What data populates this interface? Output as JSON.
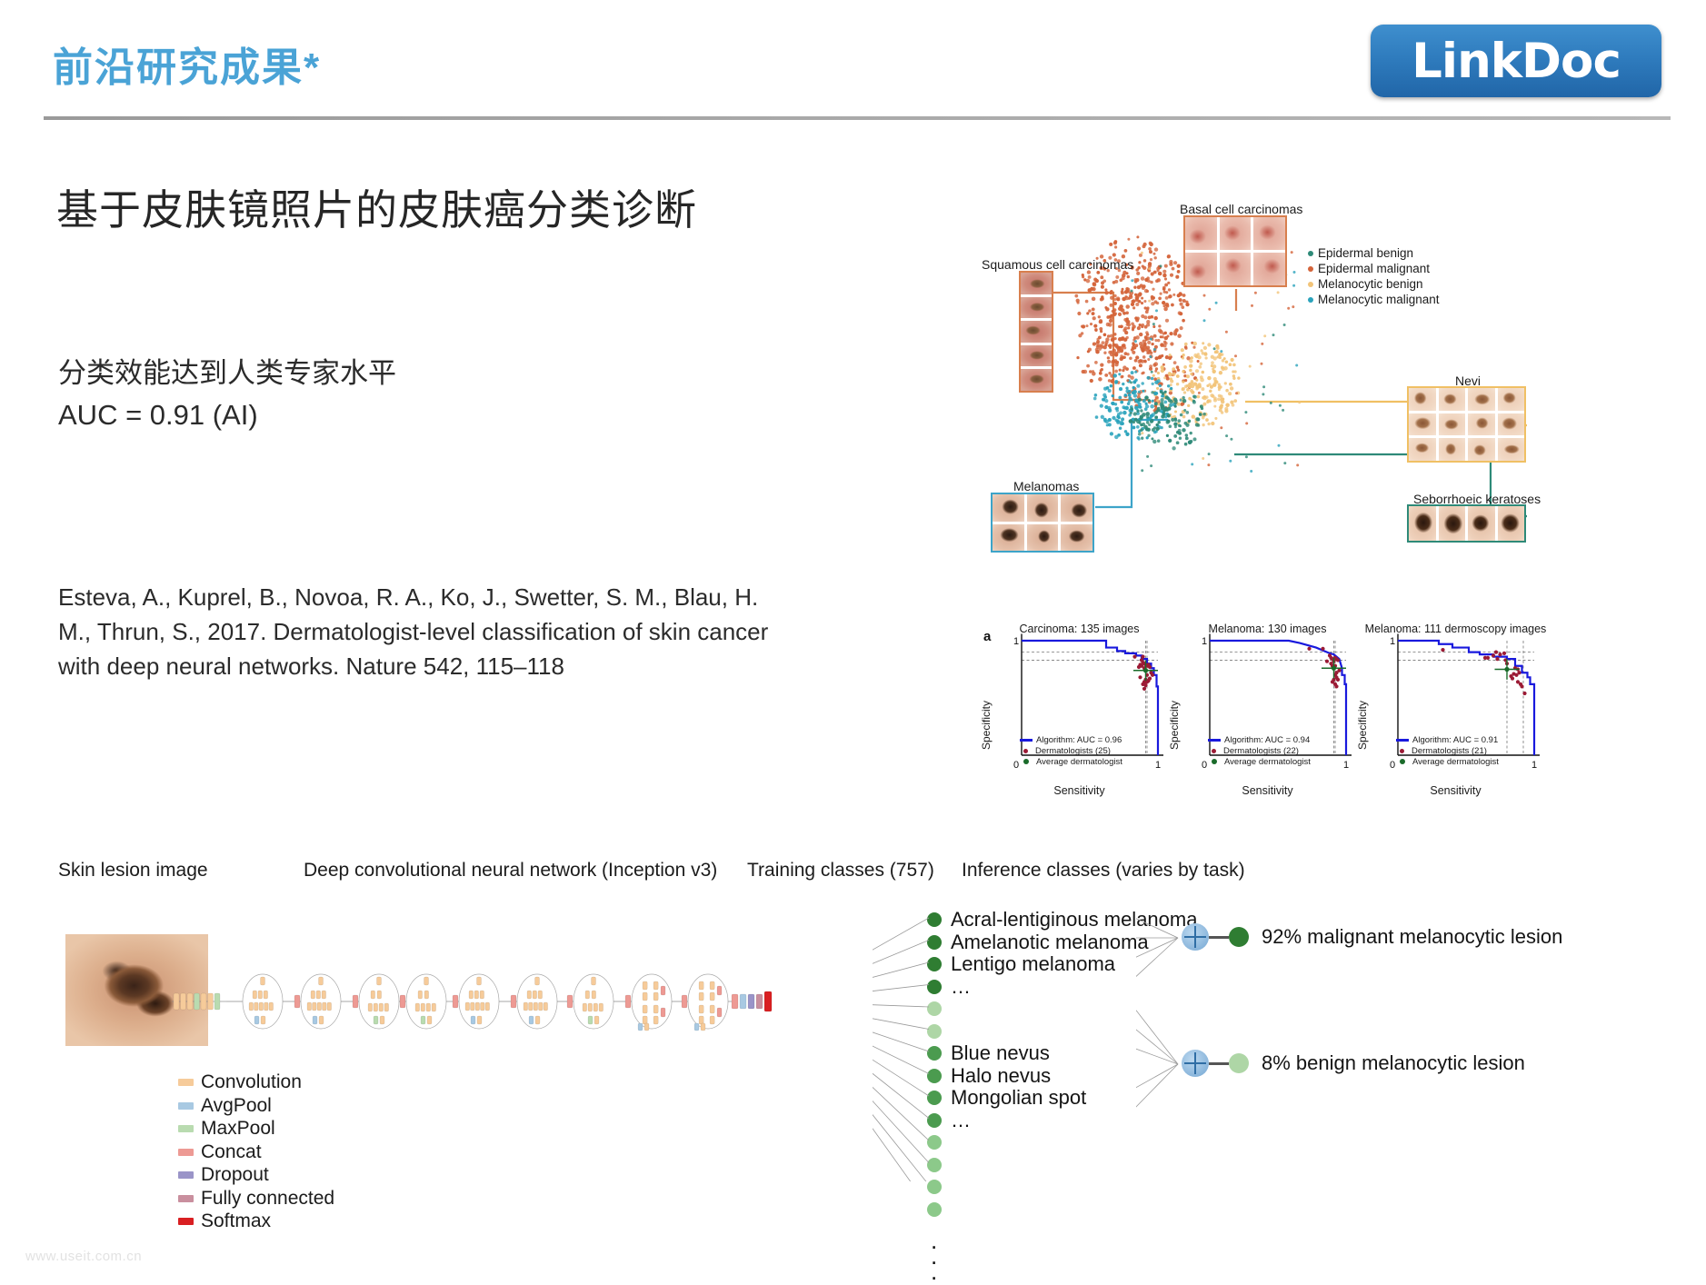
{
  "header": {
    "title": "前沿研究成果*",
    "title_color": "#4aa3d6",
    "logo_text": "LinkDoc"
  },
  "content": {
    "headline": "基于皮肤镜照片的皮肤癌分类诊断",
    "bullet_1": "分类效能达到人类专家水平",
    "bullet_2": "AUC = 0.91 (AI)",
    "citation": "Esteva, A., Kuprel, B., Novoa, R. A., Ko, J., Swetter, S. M., Blau, H. M., Thrun, S., 2017. Dermatologist-level classification of skin cancer with deep neural networks. Nature 542, 115–118"
  },
  "tsne_figure": {
    "panel_labels": [
      {
        "name": "squamous-cell-carcinomas",
        "text": "Squamous cell carcinomas",
        "color": "#d87f4e"
      },
      {
        "name": "basal-cell-carcinomas",
        "text": "Basal cell carcinomas",
        "color": "#d87f4e"
      },
      {
        "name": "melanomas",
        "text": "Melanomas",
        "color": "#3da4c9"
      },
      {
        "name": "nevi",
        "text": "Nevi",
        "color": "#f0c064"
      },
      {
        "name": "seborrhoeic-keratoses",
        "text": "Seborrhoeic keratoses",
        "color": "#2e8a78"
      }
    ],
    "legend": [
      {
        "label": "Epidermal benign",
        "color": "#2e8a78"
      },
      {
        "label": "Epidermal malignant",
        "color": "#d4643a"
      },
      {
        "label": "Melanocytic benign",
        "color": "#f2c479"
      },
      {
        "label": "Melanocytic malignant",
        "color": "#2aa3bc"
      }
    ]
  },
  "chart_data": [
    {
      "type": "line",
      "name": "roc-carcinoma",
      "panel_letter": "a",
      "title": "Carcinoma: 135 images",
      "xlabel": "Sensitivity",
      "ylabel": "Specificity",
      "xlim": [
        0,
        1
      ],
      "ylim": [
        0,
        1
      ],
      "xticks": [
        "0",
        "1"
      ],
      "yticks": [
        "0",
        "1"
      ],
      "auc": 0.96,
      "legend": [
        "Algorithm: AUC = 0.96",
        "Dermatologists (25)",
        "Average dermatologist"
      ],
      "series": [
        {
          "name": "Algorithm",
          "color": "#1919dd",
          "x": [
            0.0,
            0.62,
            0.62,
            0.7,
            0.7,
            0.76,
            0.76,
            0.84,
            0.84,
            0.88,
            0.88,
            0.92,
            0.92,
            0.95,
            0.95,
            0.97,
            0.97,
            0.99,
            0.99,
            1.0,
            1.0
          ],
          "y": [
            1.0,
            1.0,
            0.94,
            0.94,
            0.91,
            0.91,
            0.89,
            0.89,
            0.87,
            0.87,
            0.84,
            0.84,
            0.8,
            0.8,
            0.76,
            0.76,
            0.7,
            0.7,
            0.6,
            0.6,
            0.0
          ]
        }
      ],
      "dermatologists": {
        "color": "#9b1b35",
        "count": 25,
        "points": [
          [
            0.83,
            0.86
          ],
          [
            0.89,
            0.86
          ],
          [
            0.88,
            0.83
          ],
          [
            0.89,
            0.81
          ],
          [
            0.9,
            0.8
          ],
          [
            0.87,
            0.79
          ],
          [
            0.88,
            0.78
          ],
          [
            0.91,
            0.79
          ],
          [
            0.92,
            0.78
          ],
          [
            0.93,
            0.79
          ],
          [
            0.94,
            0.77
          ],
          [
            0.86,
            0.77
          ],
          [
            0.9,
            0.76
          ],
          [
            0.87,
            0.68
          ],
          [
            0.91,
            0.66
          ],
          [
            0.9,
            0.64
          ],
          [
            0.92,
            0.64
          ],
          [
            0.89,
            0.62
          ],
          [
            0.93,
            0.65
          ],
          [
            0.94,
            0.67
          ],
          [
            0.95,
            0.72
          ],
          [
            0.92,
            0.7
          ],
          [
            0.91,
            0.61
          ],
          [
            0.9,
            0.58
          ],
          [
            0.96,
            0.7
          ]
        ]
      },
      "average_dermatologist": {
        "color": "#1a6b2a",
        "x": 0.91,
        "y": 0.74
      }
    },
    {
      "type": "line",
      "name": "roc-melanoma",
      "title": "Melanoma: 130 images",
      "xlabel": "Sensitivity",
      "ylabel": "Specificity",
      "xlim": [
        0,
        1
      ],
      "ylim": [
        0,
        1
      ],
      "xticks": [
        "0",
        "1"
      ],
      "yticks": [
        "0",
        "1"
      ],
      "auc": 0.94,
      "legend": [
        "Algorithm: AUC = 0.94",
        "Dermatologists (22)",
        "Average dermatologist"
      ],
      "series": [
        {
          "name": "Algorithm",
          "color": "#1919dd",
          "x": [
            0.0,
            0.58,
            0.66,
            0.72,
            0.78,
            0.84,
            0.88,
            0.91,
            0.93,
            0.95,
            0.96,
            0.97,
            0.97,
            0.99,
            0.99,
            1.0,
            1.0
          ],
          "y": [
            1.0,
            1.0,
            0.98,
            0.96,
            0.94,
            0.91,
            0.89,
            0.88,
            0.86,
            0.84,
            0.8,
            0.76,
            0.7,
            0.7,
            0.62,
            0.62,
            0.0
          ]
        }
      ],
      "dermatologists": {
        "color": "#9b1b35",
        "count": 22,
        "points": [
          [
            0.73,
            0.93
          ],
          [
            0.83,
            0.93
          ],
          [
            0.88,
            0.87
          ],
          [
            0.89,
            0.85
          ],
          [
            0.9,
            0.84
          ],
          [
            0.92,
            0.85
          ],
          [
            0.93,
            0.84
          ],
          [
            0.91,
            0.82
          ],
          [
            0.94,
            0.83
          ],
          [
            0.86,
            0.82
          ],
          [
            0.89,
            0.8
          ],
          [
            0.9,
            0.78
          ],
          [
            0.92,
            0.78
          ],
          [
            0.93,
            0.72
          ],
          [
            0.92,
            0.7
          ],
          [
            0.93,
            0.68
          ],
          [
            0.91,
            0.66
          ],
          [
            0.9,
            0.64
          ],
          [
            0.94,
            0.66
          ],
          [
            0.92,
            0.62
          ],
          [
            0.93,
            0.6
          ],
          [
            0.95,
            0.74
          ]
        ]
      },
      "average_dermatologist": {
        "color": "#1a6b2a",
        "x": 0.91,
        "y": 0.76
      }
    },
    {
      "type": "line",
      "name": "roc-melanoma-dermoscopy",
      "title": "Melanoma: 111 dermoscopy images",
      "xlabel": "Sensitivity",
      "ylabel": "Specificity",
      "xlim": [
        0,
        1
      ],
      "ylim": [
        0,
        1
      ],
      "xticks": [
        "0",
        "1"
      ],
      "yticks": [
        "0",
        "1"
      ],
      "auc": 0.91,
      "legend": [
        "Algorithm: AUC = 0.91",
        "Dermatologists (21)",
        "Average dermatologist"
      ],
      "series": [
        {
          "name": "Algorithm",
          "color": "#1919dd",
          "x": [
            0.0,
            0.3,
            0.3,
            0.4,
            0.4,
            0.52,
            0.52,
            0.6,
            0.6,
            0.7,
            0.7,
            0.8,
            0.8,
            0.86,
            0.86,
            0.91,
            0.91,
            0.95,
            0.95,
            0.97,
            0.97,
            1.0,
            1.0
          ],
          "y": [
            1.0,
            1.0,
            0.97,
            0.97,
            0.94,
            0.94,
            0.9,
            0.9,
            0.88,
            0.88,
            0.86,
            0.86,
            0.84,
            0.84,
            0.78,
            0.78,
            0.72,
            0.72,
            0.68,
            0.68,
            0.62,
            0.62,
            0.0
          ]
        }
      ],
      "dermatologists": {
        "color": "#9b1b35",
        "count": 21,
        "points": [
          [
            0.33,
            0.92
          ],
          [
            0.72,
            0.9
          ],
          [
            0.7,
            0.87
          ],
          [
            0.75,
            0.88
          ],
          [
            0.78,
            0.89
          ],
          [
            0.64,
            0.85
          ],
          [
            0.66,
            0.85
          ],
          [
            0.73,
            0.84
          ],
          [
            0.79,
            0.83
          ],
          [
            0.8,
            0.8
          ],
          [
            0.86,
            0.76
          ],
          [
            0.88,
            0.75
          ],
          [
            0.85,
            0.71
          ],
          [
            0.87,
            0.7
          ],
          [
            0.83,
            0.69
          ],
          [
            0.84,
            0.67
          ],
          [
            0.89,
            0.72
          ],
          [
            0.9,
            0.62
          ],
          [
            0.91,
            0.6
          ],
          [
            0.93,
            0.54
          ],
          [
            0.88,
            0.64
          ]
        ]
      },
      "average_dermatologist": {
        "color": "#1a6b2a",
        "x": 0.8,
        "y": 0.75
      }
    }
  ],
  "network_figure": {
    "col_headers": [
      {
        "name": "skin-lesion-image",
        "text": "Skin lesion image"
      },
      {
        "name": "deep-cnn",
        "text": "Deep convolutional neural network (Inception v3)"
      },
      {
        "name": "training-classes",
        "text": "Training classes (757)"
      },
      {
        "name": "inference-classes",
        "text": "Inference classes (varies by task)"
      }
    ],
    "legend": [
      {
        "label": "Convolution",
        "color": "#f6cb9a"
      },
      {
        "label": "AvgPool",
        "color": "#a8c9e2"
      },
      {
        "label": "MaxPool",
        "color": "#b9dbb0"
      },
      {
        "label": "Concat",
        "color": "#ed9a94"
      },
      {
        "label": "Dropout",
        "color": "#9a94c8"
      },
      {
        "label": "Fully connected",
        "color": "#c98f9e"
      },
      {
        "label": "Softmax",
        "color": "#d91f22"
      }
    ],
    "training_classes": [
      {
        "label": "Acral-lentiginous melanoma",
        "color": "#2f7d32"
      },
      {
        "label": "Amelanotic melanoma",
        "color": "#2f7d32"
      },
      {
        "label": "Lentigo melanoma",
        "color": "#2f7d32"
      },
      {
        "label": "…",
        "color": "#2f7d32"
      },
      {
        "label": "",
        "color": "#aed6a6"
      },
      {
        "label": "",
        "color": "#aed6a6"
      },
      {
        "label": "Blue nevus",
        "color": "#4b9b4f"
      },
      {
        "label": "Halo nevus",
        "color": "#4b9b4f"
      },
      {
        "label": "Mongolian spot",
        "color": "#4b9b4f"
      },
      {
        "label": "…",
        "color": "#4b9b4f"
      },
      {
        "label": "",
        "color": "#8cc98a"
      },
      {
        "label": "",
        "color": "#8cc98a"
      },
      {
        "label": "",
        "color": "#8cc98a"
      },
      {
        "label": "",
        "color": "#8cc98a"
      }
    ],
    "inference_results": [
      {
        "label": "92% malignant melanocytic lesion",
        "dot_color": "#2f7d32"
      },
      {
        "label": "8% benign melanocytic lesion",
        "dot_color": "#aed6a6"
      }
    ]
  },
  "footer": {
    "watermark": "www.useit.com.cn"
  }
}
